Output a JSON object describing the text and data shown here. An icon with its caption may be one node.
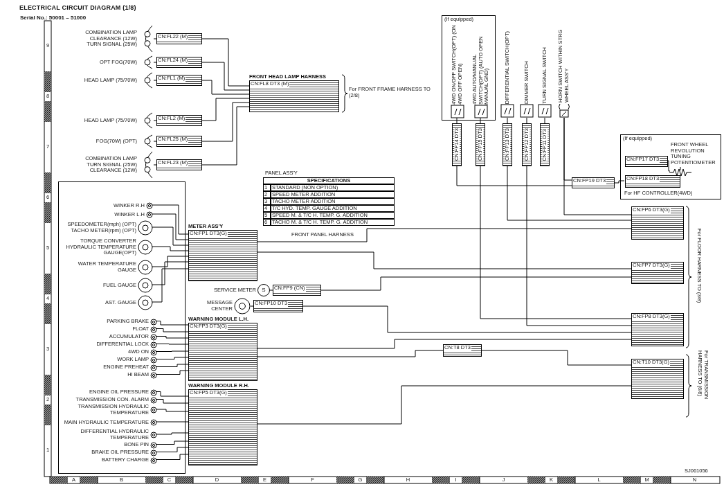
{
  "diagram": {
    "title": "ELECTRICAL CIRCUIT DIAGRAM (1/8)",
    "nodes": [
      {
        "text": [
          "COMBINATION LAMP",
          "CLEARANCE (12W)",
          "TURN SIGNAL (25W)"
        ]
      },
      {
        "text": [
          "CN:FL22 (M)"
        ]
      },
      {
        "text": [
          "OPT FOG(70W)"
        ]
      },
      {
        "text": [
          "CN:FL24 (M)"
        ]
      },
      {
        "text": [
          "HEAD LAMP (75/70W)"
        ]
      },
      {
        "text": [
          "CN:FL1 (M)"
        ]
      },
      {
        "text": [
          "HEAD LAMP (75/70W)"
        ]
      },
      {
        "text": [
          "CN:FL2 (M)"
        ]
      },
      {
        "text": [
          "FOG(70W) (OPT)"
        ]
      },
      {
        "text": [
          "CN:FL25 (M)"
        ]
      },
      {
        "text": [
          "COMBINATION LAMP",
          "TURN SIGNAL (25W)",
          "CLEARANCE (12W)"
        ]
      },
      {
        "text": [
          "CN:FL23 (M)"
        ]
      },
      {
        "text": [
          "FRONT HEAD LAMP HARNESS",
          "CN:FL8 DT3 (M)"
        ],
        "beside": [
          "For FRONT FRAME HARNESS TO (2/8)"
        ]
      },
      {
        "text": [],
        "shape": "box"
      },
      {
        "text": [
          "WINKER R.H"
        ],
        "in": 13
      },
      {
        "text": [
          "WINKER L.H"
        ],
        "in": 13
      },
      {
        "text": [
          "SPEEDOMETER(mph) (OPT)",
          "TACHO METER(rpm) (OPT)"
        ],
        "in": 13
      },
      {
        "text": [
          "TORQUE CONVERTER HYDRAULIC TEMPERATURE GAUGE(OPT)"
        ],
        "in": 13
      },
      {
        "text": [
          "WATER TEMPERATURE GAUGE"
        ],
        "in": 13
      },
      {
        "text": [
          "FUEL GAUGE"
        ],
        "in": 13
      },
      {
        "text": [
          "AST. GAUGE"
        ],
        "in": 13
      },
      {
        "text": [
          "METER ASS'Y",
          "CN:FP1 DT3(G)"
        ]
      },
      {
        "text": [
          "SERVICE METER",
          "S"
        ]
      },
      {
        "text": [
          "CN:FP9 (CN)"
        ]
      },
      {
        "text": [
          "MESSAGE CENTER"
        ]
      },
      {
        "text": [
          "CN:FP10 DT3"
        ]
      },
      {
        "text": [
          "WARNING MODULE L.H.",
          "CN:FP3 DT3(G)"
        ]
      },
      {
        "text": [
          "WARNING MODULE R.H.",
          "CN:FP5 DT3(G)"
        ]
      },
      {
        "text": [
          "PARKING BRAKE"
        ],
        "in": 13
      },
      {
        "text": [
          "FLOAT"
        ],
        "in": 13
      },
      {
        "text": [
          "ACCUMULATOR"
        ],
        "in": 13
      },
      {
        "text": [
          "DIFFERENTIAL LOCK"
        ],
        "in": 13
      },
      {
        "text": [
          "4WD ON"
        ],
        "in": 13
      },
      {
        "text": [
          "WORK LAMP"
        ],
        "in": 13
      },
      {
        "text": [
          "ENGINE PREHEAT"
        ],
        "in": 13
      },
      {
        "text": [
          "HI BEAM"
        ],
        "in": 13
      },
      {
        "text": [
          "ENGINE OIL PRESSURE"
        ],
        "in": 13
      },
      {
        "text": [
          "TRANSMISSION CON. ALARM"
        ],
        "in": 13
      },
      {
        "text": [
          "TRANSMISSION HYDRAULIC TEMPERATURE"
        ],
        "in": 13
      },
      {
        "text": [
          "MAIN HYDRAULIC TEMPERATURE"
        ],
        "in": 13
      },
      {
        "text": [
          "DIFFERENTIAL HYDRAULIC TEMPERATURE"
        ],
        "in": 13
      },
      {
        "text": [
          "BONE PIN"
        ],
        "in": 13
      },
      {
        "text": [
          "BRAKE OIL PRESSURE"
        ],
        "in": 13
      },
      {
        "text": [
          "BATTERY CHARGE"
        ],
        "in": 13
      },
      {
        "text": [
          "(If equipped)"
        ]
      },
      {
        "text": [
          "4WD ON/OFF SWITCH(OPT) (ON 4WD OFF OPEN)"
        ],
        "in": 44
      },
      {
        "text": [
          "4WD AUTO/MANUAL SWITCH(OPT) (AUTO OPEN MANUAL GND)"
        ],
        "in": 44
      },
      {
        "text": [
          "DIFFERENTIAL SWITCH(OPT)"
        ]
      },
      {
        "text": [
          "DIMMER SWITCH"
        ]
      },
      {
        "text": [
          "TURN SIGNAL SWITCH"
        ]
      },
      {
        "text": [
          "HORN SWITCH WITHIN STRG WHEEL ASS'Y"
        ]
      },
      {
        "text": [
          "CN:FP14 DT3"
        ]
      },
      {
        "text": [
          "CN:FP15 DT3"
        ]
      },
      {
        "text": [
          "CN:FP13 DT3"
        ]
      },
      {
        "text": [
          "CN:FP12 DT3"
        ]
      },
      {
        "text": [
          "CN:FP11 DT3"
        ]
      },
      {
        "text": [
          "(If equipped)"
        ]
      },
      {
        "text": [
          "FRONT WHEEL REVOLUTION TUNING POTENTIOMETER"
        ],
        "in": 56
      },
      {
        "text": [
          "CN:FP17 DT3"
        ],
        "in": 56
      },
      {
        "text": [
          "CN:FP18 DT3"
        ],
        "in": 56,
        "beside": [
          "For HF CONTROLLER(4WD)"
        ]
      },
      {
        "text": [
          "CN:FP19 DT3"
        ]
      },
      {
        "text": [
          "CN:FP6 DT3(G)"
        ]
      },
      {
        "text": [
          "CN:FP7 DT3(G)"
        ]
      },
      {
        "text": [
          "CN:FP8 DT3(G)"
        ]
      },
      {
        "text": [
          "CN:T10 DT3(G)"
        ]
      },
      {
        "text": [
          "CN:T8 DT3"
        ]
      }
    ],
    "edges": [
      {
        "from": 0,
        "to": 1,
        "arrow": "none"
      },
      {
        "from": 2,
        "to": 3,
        "arrow": "none"
      },
      {
        "from": 4,
        "to": 5,
        "arrow": "none"
      },
      {
        "from": 6,
        "to": 7,
        "arrow": "none"
      },
      {
        "from": 8,
        "to": 9,
        "arrow": "none"
      },
      {
        "from": 10,
        "to": 11,
        "arrow": "none"
      },
      {
        "from": 1,
        "to": 12,
        "arrow": "none"
      },
      {
        "from": 3,
        "to": 12,
        "arrow": "none"
      },
      {
        "from": 5,
        "to": 12,
        "arrow": "none"
      },
      {
        "from": 7,
        "to": 12,
        "arrow": "none"
      },
      {
        "from": 9,
        "to": 12,
        "arrow": "none"
      },
      {
        "from": 11,
        "to": 12,
        "arrow": "none"
      },
      {
        "from": 14,
        "to": 21,
        "arrow": "none"
      },
      {
        "from": 15,
        "to": 21,
        "arrow": "none"
      },
      {
        "from": 16,
        "to": 21,
        "arrow": "none"
      },
      {
        "from": 17,
        "to": 21,
        "arrow": "none"
      },
      {
        "from": 18,
        "to": 21,
        "arrow": "none"
      },
      {
        "from": 19,
        "to": 21,
        "arrow": "none"
      },
      {
        "from": 20,
        "to": 21,
        "arrow": "none"
      },
      {
        "from": 22,
        "to": 23,
        "arrow": "none"
      },
      {
        "from": 24,
        "to": 25,
        "arrow": "none"
      },
      {
        "from": 28,
        "to": 26,
        "arrow": "none"
      },
      {
        "from": 29,
        "to": 26,
        "arrow": "none"
      },
      {
        "from": 30,
        "to": 26,
        "arrow": "none"
      },
      {
        "from": 31,
        "to": 26,
        "arrow": "none"
      },
      {
        "from": 32,
        "to": 26,
        "arrow": "none"
      },
      {
        "from": 33,
        "to": 26,
        "arrow": "none"
      },
      {
        "from": 34,
        "to": 26,
        "arrow": "none"
      },
      {
        "from": 35,
        "to": 26,
        "arrow": "none"
      },
      {
        "from": 36,
        "to": 27,
        "arrow": "none"
      },
      {
        "from": 37,
        "to": 27,
        "arrow": "none"
      },
      {
        "from": 38,
        "to": 27,
        "arrow": "none"
      },
      {
        "from": 39,
        "to": 27,
        "arrow": "none"
      },
      {
        "from": 40,
        "to": 27,
        "arrow": "none"
      },
      {
        "from": 41,
        "to": 27,
        "arrow": "none"
      },
      {
        "from": 42,
        "to": 27,
        "arrow": "none"
      },
      {
        "from": 43,
        "to": 27,
        "arrow": "none"
      },
      {
        "from": 21,
        "to": 61,
        "arrow": "none"
      },
      {
        "from": 21,
        "to": 62,
        "arrow": "none"
      },
      {
        "from": 23,
        "to": 62,
        "arrow": "none"
      },
      {
        "from": 25,
        "to": 63,
        "arrow": "none"
      },
      {
        "from": 26,
        "to": 63,
        "arrow": "none"
      },
      {
        "from": 26,
        "to": 65,
        "arrow": "none"
      },
      {
        "from": 27,
        "to": 64,
        "arrow": "none"
      },
      {
        "from": 65,
        "to": 64,
        "arrow": "none"
      },
      {
        "from": 45,
        "to": 51,
        "arrow": "none"
      },
      {
        "from": 46,
        "to": 52,
        "arrow": "none"
      },
      {
        "from": 47,
        "to": 53,
        "arrow": "none"
      },
      {
        "from": 48,
        "to": 54,
        "arrow": "none"
      },
      {
        "from": 49,
        "to": 55,
        "arrow": "none"
      },
      {
        "from": 50,
        "to": 60,
        "arrow": "none"
      },
      {
        "from": 51,
        "to": 60,
        "arrow": "none"
      },
      {
        "from": 52,
        "to": 63,
        "arrow": "none"
      },
      {
        "from": 53,
        "to": 61,
        "arrow": "none"
      },
      {
        "from": 54,
        "to": 63,
        "arrow": "none"
      },
      {
        "from": 50,
        "to": 61,
        "arrow": "none"
      },
      {
        "from": 60,
        "to": 59,
        "arrow": "none"
      },
      {
        "from": 58,
        "to": 57,
        "arrow": "none"
      }
    ],
    "labels": [
      "Serial No.: 50001 – 51000",
      "9",
      "8",
      "7",
      "6",
      "5",
      "4",
      "3",
      "2",
      "1",
      "PANEL ASS'Y",
      "SPECIFICATIONS",
      "1",
      "STANDARD (NON OPTION)",
      "2",
      "SPEED METER ADDITION",
      "3",
      "TACHO METER ADDITION",
      "4",
      "T/C HYD. TEMP. GAUGE ADDITION",
      "5",
      "SPEED M. & T/C H. TEMP. G. ADDITION",
      "6",
      "TACHO M. & T/C H. TEMP. G. ADDITION",
      "FRONT PANEL HARNESS",
      "For FLOOR HARNESS TO (3/8)",
      "For TRANSMISSION HARNESS TO (6/8)",
      "SJ061056",
      "A",
      "B",
      "C",
      "D",
      "E",
      "F",
      "G",
      "H",
      "I",
      "J",
      "K",
      "L",
      "M",
      "N"
    ]
  }
}
